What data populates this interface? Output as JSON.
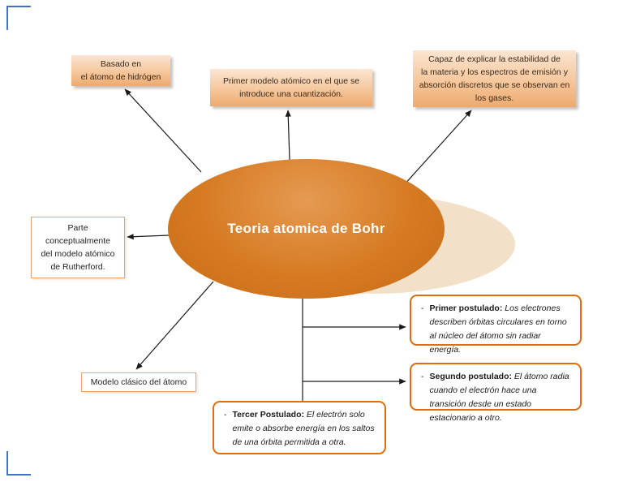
{
  "colors": {
    "ellipse_fill_dark": "#C66A16",
    "ellipse_fill_mid": "#D67A22",
    "ellipse_fill_light": "#E69A52",
    "ellipse_shadow": "#F3E0C8",
    "gradient_box_top": "#FBE5D2",
    "gradient_box_bottom": "#EDAA6E",
    "thin_border_orange": "#E8A46C",
    "postulate_border_orange": "#E36C0A",
    "arrow_color": "#1A1A1A",
    "corner_mark_blue": "#4472C4",
    "title_text": "#FFFFFF"
  },
  "center": {
    "title": "Teoria atomica de Bohr"
  },
  "nodes": {
    "basado": {
      "lines": [
        "Basado en",
        "el átomo de hidrógen"
      ]
    },
    "primer_modelo": {
      "lines": [
        "Primer modelo atómico en el que se",
        "introduce una cuantización."
      ]
    },
    "capaz": {
      "lines": [
        "Capaz de explicar la estabilidad de",
        "la materia y los espectros de emisión y",
        "absorción discretos que se observan en",
        "los gases."
      ]
    },
    "parte": {
      "lines": [
        "Parte",
        "conceptualmente",
        "del modelo atómico",
        "de Rutherford."
      ]
    },
    "modelo_clasico": {
      "text": "Modelo clásico del átomo"
    },
    "primer_postulado": {
      "bullet": "-",
      "label": "Primer postulado:",
      "body": "Los electrones describen órbitas circulares en torno al núcleo del átomo sin radiar energía."
    },
    "segundo_postulado": {
      "bullet": "-",
      "label": "Segundo postulado:",
      "body": "El átomo radia cuando el electrón hace una transición desde un estado estacionario a otro."
    },
    "tercer_postulado": {
      "bullet": "-",
      "label": "Tercer Postulado:",
      "body": "El electrón solo emite o absorbe energía en los saltos de una órbita permitida a otra."
    }
  }
}
